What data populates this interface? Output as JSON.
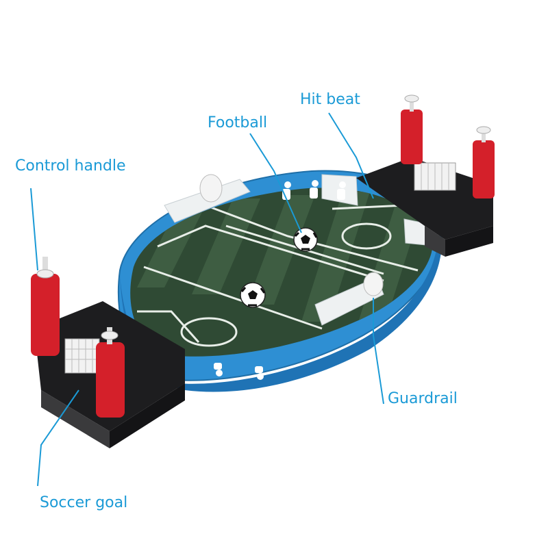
{
  "labels": {
    "control_handle": "Control handle",
    "football": "Football",
    "hit_beat": "Hit beat",
    "guardrail": "Guardrail",
    "soccer_goal": "Soccer goal"
  },
  "colors": {
    "label_text": "#1a9ad6",
    "pointer_line": "#1a9ad6",
    "rail_blue": "#2e8fd3",
    "rail_white": "#eef1f2",
    "pitch_dark": "#2f4a34",
    "pitch_light": "#3e5d42",
    "handle_red": "#d4202a",
    "base_black": "#1d1d1f"
  }
}
